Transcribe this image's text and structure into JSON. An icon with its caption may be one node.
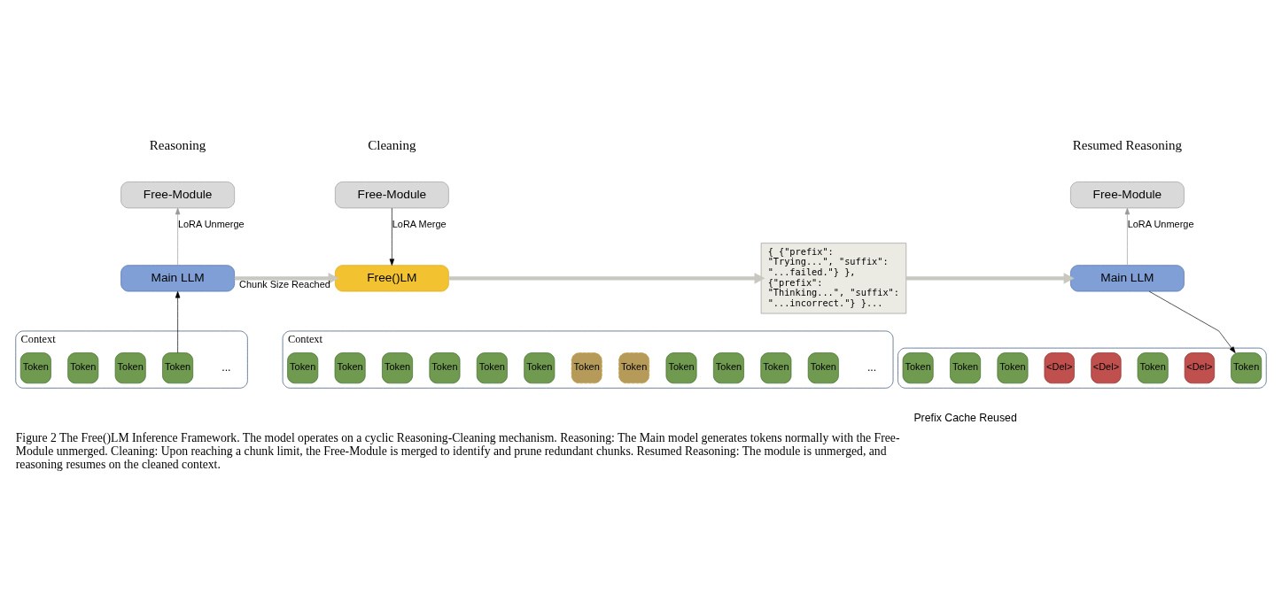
{
  "diagram": {
    "caption": "Figure 2 The Free()LM Inference Framework. The model operates on a cyclic Reasoning-Cleaning mechanism. Reasoning: The Main model generates tokens normally with the Free-Module unmerged. Cleaning: Upon reaching a chunk limit, the Free-Module is merged to identify and prune redundant chunks. Resumed Reasoning: The module is unmerged, and reasoning resumes on the cleaned context.",
    "nodes": [
      {
        "text": [
          "Free-Module"
        ]
      },
      {
        "text": [
          "Main LLM"
        ]
      },
      {
        "text": [
          "Context"
        ]
      },
      {
        "text": [
          "Token"
        ],
        "in": 2
      },
      {
        "text": [
          "Token"
        ],
        "in": 2
      },
      {
        "text": [
          "Token"
        ],
        "in": 2
      },
      {
        "text": [
          "Token"
        ],
        "in": 2
      },
      {
        "text": [
          "..."
        ],
        "in": 2
      },
      {
        "text": [
          "Free-Module"
        ]
      },
      {
        "text": [
          "Free()LM"
        ]
      },
      {
        "text": [
          "{ {\"prefix\": \"Trying...\", \"suffix\": \"...failed.\"} }, {\"prefix\": \"Thinking...\", \"suffix\": \"...incorrect.\"} }..."
        ]
      },
      {
        "text": [
          "Context"
        ]
      },
      {
        "text": [
          "Token"
        ],
        "in": 11
      },
      {
        "text": [
          "Token"
        ],
        "in": 11
      },
      {
        "text": [
          "Token"
        ],
        "in": 11
      },
      {
        "text": [
          "Token"
        ],
        "in": 11
      },
      {
        "text": [
          "Token"
        ],
        "in": 11
      },
      {
        "text": [
          "Token"
        ],
        "in": 11
      },
      {
        "text": [
          "Token"
        ],
        "in": 11
      },
      {
        "text": [
          "Token"
        ],
        "in": 11
      },
      {
        "text": [
          "Token"
        ],
        "in": 11
      },
      {
        "text": [
          "Token"
        ],
        "in": 11
      },
      {
        "text": [
          "Token"
        ],
        "in": 11
      },
      {
        "text": [
          "Token"
        ],
        "in": 11
      },
      {
        "text": [
          "..."
        ],
        "in": 11
      },
      {
        "text": [
          "Free-Module"
        ]
      },
      {
        "text": [
          "Main LLM"
        ]
      },
      {
        "text": [],
        "shape": "box"
      },
      {
        "text": [
          "Token"
        ],
        "in": 27
      },
      {
        "text": [
          "Token"
        ],
        "in": 27
      },
      {
        "text": [
          "Token"
        ],
        "in": 27
      },
      {
        "text": [
          "<Del>"
        ],
        "in": 27
      },
      {
        "text": [
          "<Del>"
        ],
        "in": 27
      },
      {
        "text": [
          "Token"
        ],
        "in": 27
      },
      {
        "text": [
          "<Del>"
        ],
        "in": 27
      },
      {
        "text": [
          "Token"
        ],
        "in": 27
      }
    ],
    "edges": [
      {
        "from": 1,
        "to": 0,
        "arrow": "to",
        "label": "LoRA Unmerge",
        "color": "#999999"
      },
      {
        "from": 6,
        "to": 1,
        "arrow": "to"
      },
      {
        "from": 1,
        "to": 9,
        "arrow": "to",
        "label": "Chunk Size Reached",
        "style": "thick",
        "color": "#c8c8c0"
      },
      {
        "from": 8,
        "to": 9,
        "arrow": "to",
        "label": "LoRA Merge"
      },
      {
        "from": 9,
        "to": 10,
        "arrow": "to",
        "style": "thick",
        "color": "#c8c8c0"
      },
      {
        "from": 10,
        "to": 26,
        "arrow": "to",
        "style": "thick",
        "color": "#c8c8c0"
      },
      {
        "from": 26,
        "to": 25,
        "arrow": "to",
        "label": "LoRA Unmerge",
        "color": "#999999"
      },
      {
        "from": 26,
        "to": 35,
        "arrow": "to"
      }
    ],
    "labels": [
      "Reasoning",
      "Cleaning",
      "Resumed Reasoning",
      "Prefix Cache Reused"
    ]
  }
}
